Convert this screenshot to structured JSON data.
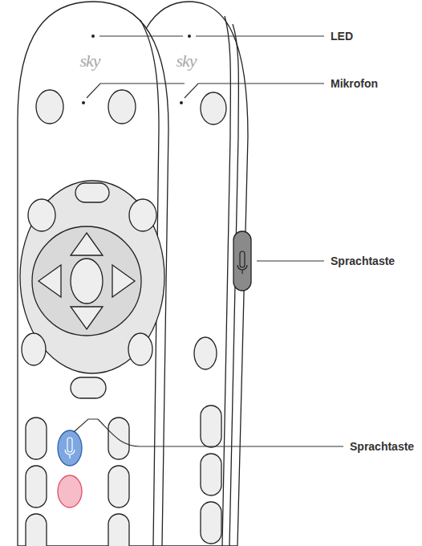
{
  "diagram": {
    "labels": [
      "sky",
      "sky",
      "LED",
      "Mikrofon",
      "Sprachtaste",
      "Sprachtaste"
    ]
  }
}
